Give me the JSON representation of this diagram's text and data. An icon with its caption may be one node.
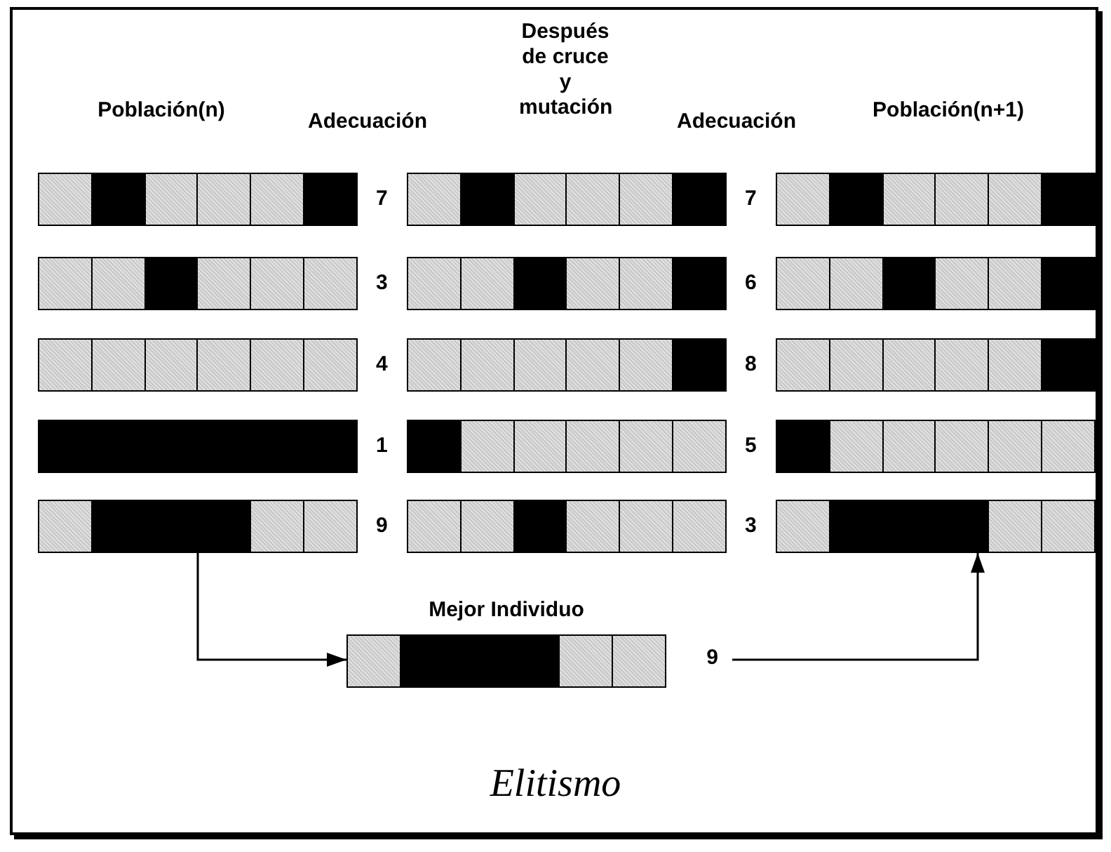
{
  "diagram": {
    "caption": "Elitismo",
    "nodes": [
      {
        "text": [],
        "shape": "bar",
        "beside": [
          "7"
        ]
      },
      {
        "text": [],
        "shape": "bar",
        "beside": [
          "3"
        ]
      },
      {
        "text": [],
        "shape": "bar",
        "beside": [
          "4"
        ]
      },
      {
        "text": [],
        "shape": "bar",
        "beside": [
          "1"
        ]
      },
      {
        "text": [],
        "shape": "bar",
        "beside": [
          "9"
        ]
      },
      {
        "text": [],
        "shape": "bar",
        "beside": [
          "7"
        ]
      },
      {
        "text": [],
        "shape": "bar",
        "beside": [
          "6"
        ]
      },
      {
        "text": [],
        "shape": "bar",
        "beside": [
          "8"
        ]
      },
      {
        "text": [],
        "shape": "bar",
        "beside": [
          "5"
        ]
      },
      {
        "text": [],
        "shape": "bar",
        "beside": [
          "3"
        ]
      },
      {
        "text": [],
        "shape": "bar"
      },
      {
        "text": [],
        "shape": "bar"
      },
      {
        "text": [],
        "shape": "bar"
      },
      {
        "text": [],
        "shape": "bar"
      },
      {
        "text": [],
        "shape": "bar"
      },
      {
        "text": [
          "Mejor Individuo"
        ],
        "beside": [
          "9"
        ]
      }
    ],
    "edges": [
      {
        "from": 4,
        "to": 15,
        "arrow": "to"
      },
      {
        "from": 15,
        "to": 14,
        "arrow": "to"
      }
    ],
    "labels": [
      "Población(n)",
      "Adecuación",
      "Después de cruce y mutación",
      "Adecuación",
      "Población(n+1)"
    ]
  }
}
